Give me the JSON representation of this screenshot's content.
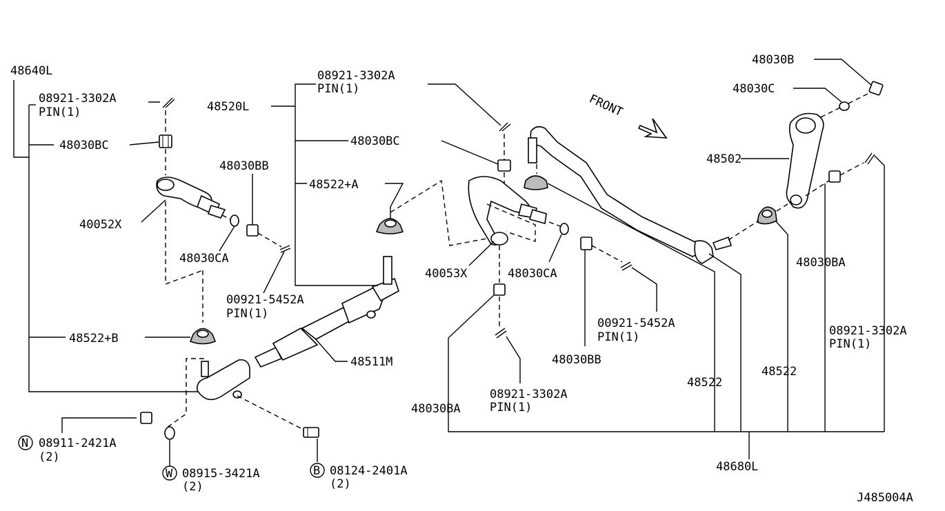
{
  "diagram": {
    "labels": {
      "l48640L": "48640L",
      "l08921_a": "08921-3302A",
      "pin1_a": "PIN(1)",
      "l48030BC_a": "48030BC",
      "l40052X": "40052X",
      "l48030BB_a": "48030BB",
      "l48030CA_a": "48030CA",
      "l00921_a": "00921-5452A",
      "pin1_b": "PIN(1)",
      "l48522B": "48522+B",
      "l48511M": "48511M",
      "l08911": "08911-2421A",
      "qty_n": "(2)",
      "l08915": "08915-3421A",
      "qty_w": "(2)",
      "l08124": "08124-2401A",
      "qty_b": "(2)",
      "circle_n": "N",
      "circle_w": "W",
      "circle_b": "B",
      "l08921_b": "08921-3302A",
      "pin1_c": "PIN(1)",
      "l48520L": "48520L",
      "l48030BC_b": "48030BC",
      "l48522A": "48522+A",
      "l40053X": "40053X",
      "l48030CA_b": "48030CA",
      "l00921_b": "00921-5452A",
      "pin1_d": "PIN(1)",
      "l48030BB_b": "48030BB",
      "l48030BA_a": "48030BA",
      "l08921_c": "08921-3302A",
      "pin1_e": "PIN(1)",
      "front": "FRONT",
      "l48030B": "48030B",
      "l48030C": "48030C",
      "l48502": "48502",
      "l48030BA_b": "48030BA",
      "l08921_d": "08921-3302A",
      "pin1_f": "PIN(1)",
      "l48522_a": "48522",
      "l48522_b": "48522",
      "l48680L": "48680L",
      "code": "J485004A"
    }
  }
}
